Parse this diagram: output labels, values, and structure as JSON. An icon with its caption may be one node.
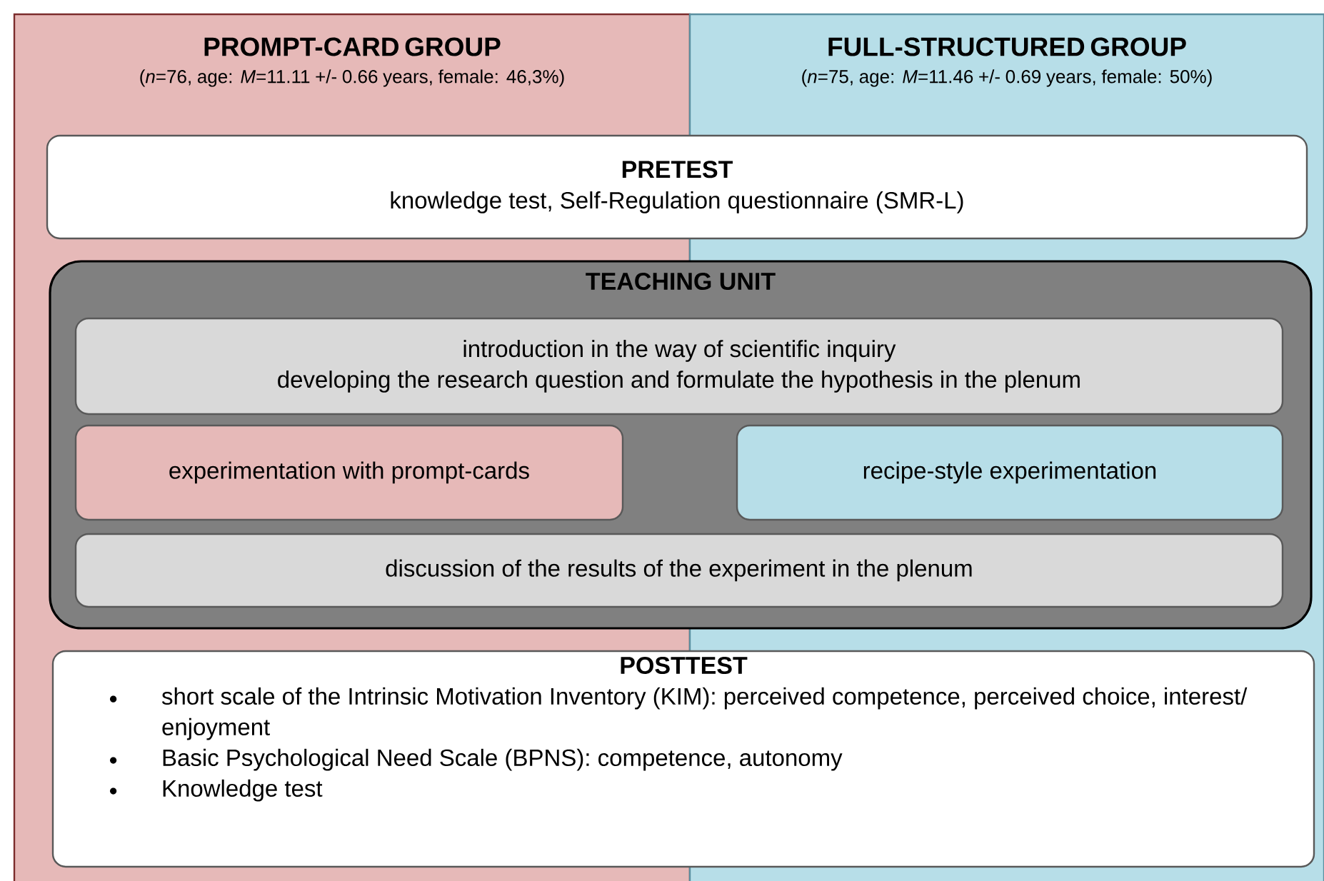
{
  "diagram": {
    "nodes": [
      {
        "text": [
          "PROMPT-CARD GROUP",
          "(*n*=76, age: *M*=11.11 +/- 0.66 years, female: 46,3%)"
        ]
      },
      {
        "text": [
          "FULL-STRUCTURED GROUP",
          "(*n*=75, age: *M*=11.46 +/- 0.69 years, female: 50%)"
        ]
      },
      {
        "text": [
          "PRETEST",
          "knowledge test, Self-Regulation questionnaire (SMR-L)"
        ]
      },
      {
        "text": [
          "TEACHING UNIT"
        ]
      },
      {
        "text": [
          "introduction in the way of scientific inquiry",
          "developing the research question and formulate the hypothesis in the plenum"
        ],
        "in": 3
      },
      {
        "text": [
          "experimentation with prompt-cards"
        ]
      },
      {
        "text": [
          "recipe-style experimentation"
        ]
      },
      {
        "text": [
          "discussion of the results of the experiment in the plenum"
        ],
        "in": 3
      },
      {
        "text": [
          "POSTTEST",
          "short scale of the Intrinsic Motivation Inventory (KIM): perceived competence, perceived choice, interest/ enjoyment",
          "Basic Psychological Need Scale (BPNS): competence, autonomy",
          "Knowledge test"
        ]
      }
    ]
  }
}
